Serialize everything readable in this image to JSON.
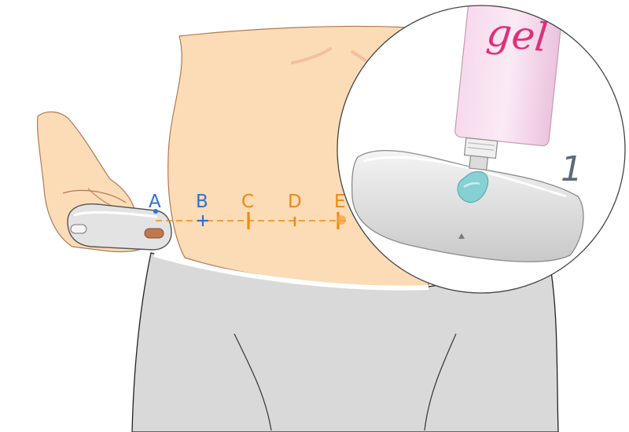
{
  "points": [
    {
      "label": "A",
      "color": "#2f6fd8"
    },
    {
      "label": "B",
      "color": "#2f6fd8"
    },
    {
      "label": "C",
      "color": "#ef8a12"
    },
    {
      "label": "D",
      "color": "#ef8a12"
    },
    {
      "label": "E",
      "color": "#ef8a12"
    }
  ],
  "inset": {
    "tube_label": "gel",
    "step_number": "1"
  },
  "colors": {
    "skin": "#fbdcb6",
    "skin_outline": "#b07a55",
    "shorts": "#d9d9d9",
    "device": "#e3e3e3",
    "gel_text": "#e0307a",
    "gel_drop": "#7fcfd3",
    "blue_points": "#2f6fd8",
    "orange_points": "#ef8a12"
  }
}
